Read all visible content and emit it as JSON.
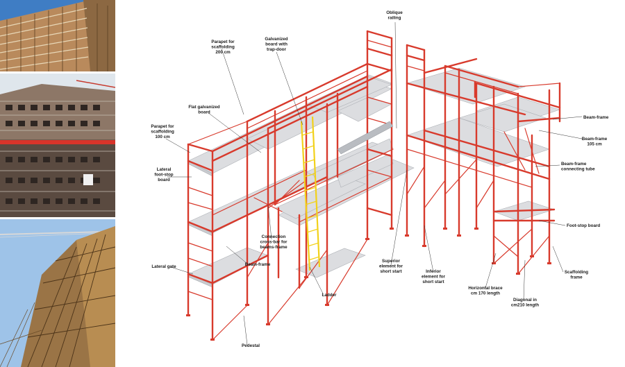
{
  "labels": {
    "oblique_railing": [
      "Oblique",
      "railing"
    ],
    "galvanized_board_trapdoor": [
      "Galvanized",
      "board with",
      "trap-door"
    ],
    "parapet_200": [
      "Parapet for",
      "scaffolding",
      "200 cm"
    ],
    "flat_galvanized_board": [
      "Flat galvanized",
      "board"
    ],
    "parapet_100": [
      "Parapet for",
      "scaffolding",
      "100 cm"
    ],
    "lateral_footstop": [
      "Lateral",
      "foot-stop",
      "board"
    ],
    "connection_crossbar": [
      "Connection",
      "cross-bar for",
      "beams-frame"
    ],
    "beam_frame_left": [
      "Beam-frame"
    ],
    "lateral_gate": [
      "Lateral gate"
    ],
    "ladder": [
      "Ladder"
    ],
    "pedestal": [
      "Pedestal"
    ],
    "superior_element": [
      "Superior",
      "element for",
      "short start"
    ],
    "inferior_element": [
      "Inferior",
      "element for",
      "short start"
    ],
    "horizontal_brace": [
      "Horizontal brace",
      "cm 170 length"
    ],
    "diagonal": [
      "Diagonal in",
      "cm210 length"
    ],
    "beam_frame_right": [
      "Beam-frame"
    ],
    "beam_frame_105": [
      "Beam-frame",
      "105 cm"
    ],
    "beam_frame_tube": [
      "Beam-frame",
      "connecting tube"
    ],
    "footstop_board": [
      "Foot-stop board"
    ],
    "scaffolding_frame": [
      "Scaffolding",
      "frame"
    ]
  },
  "colors": {
    "frame_red": "#d83a2c",
    "board_gray": "#d9dadc",
    "ladder_yellow": "#f2d11a",
    "sky_blue": "#4a86c8",
    "brick": "#b5764a"
  },
  "photos": [
    {
      "name": "building-facade-scaffolding-photo"
    },
    {
      "name": "building-under-construction-photo"
    },
    {
      "name": "crane-scaffolding-low-angle-photo"
    }
  ]
}
